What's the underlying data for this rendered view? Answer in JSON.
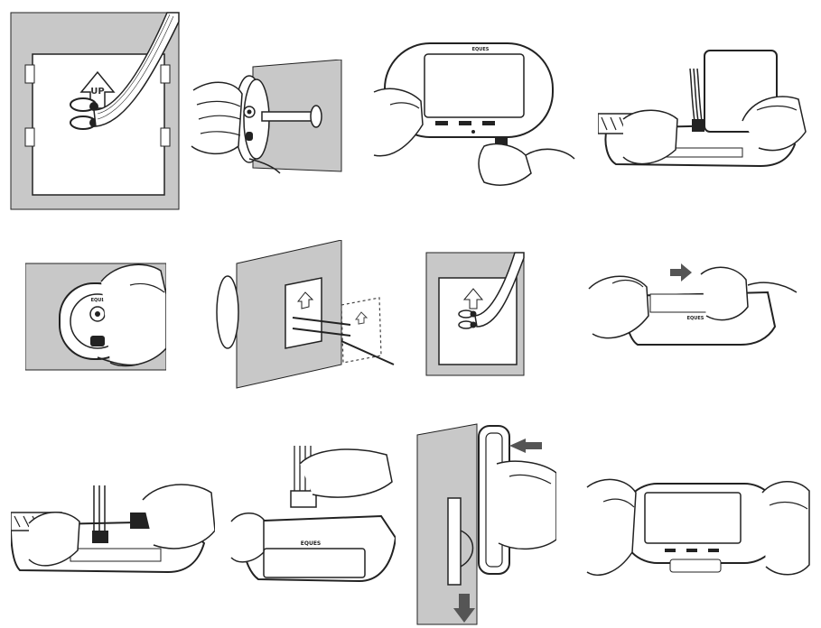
{
  "steps": [
    {
      "id": 1,
      "plate_label": "UP"
    },
    {
      "id": 2
    },
    {
      "id": 3,
      "brand": "EQUES"
    },
    {
      "id": 4
    },
    {
      "id": 5,
      "brand": "EQUES"
    },
    {
      "id": 6
    },
    {
      "id": 7
    },
    {
      "id": 8,
      "brand": "EQUES"
    },
    {
      "id": 9
    },
    {
      "id": 10,
      "brand": "EQUES"
    },
    {
      "id": 11
    },
    {
      "id": 12
    }
  ],
  "colors": {
    "wall": "#c8c8c8",
    "outline": "#222222",
    "arrow": "#555555",
    "paper": "#ffffff"
  }
}
